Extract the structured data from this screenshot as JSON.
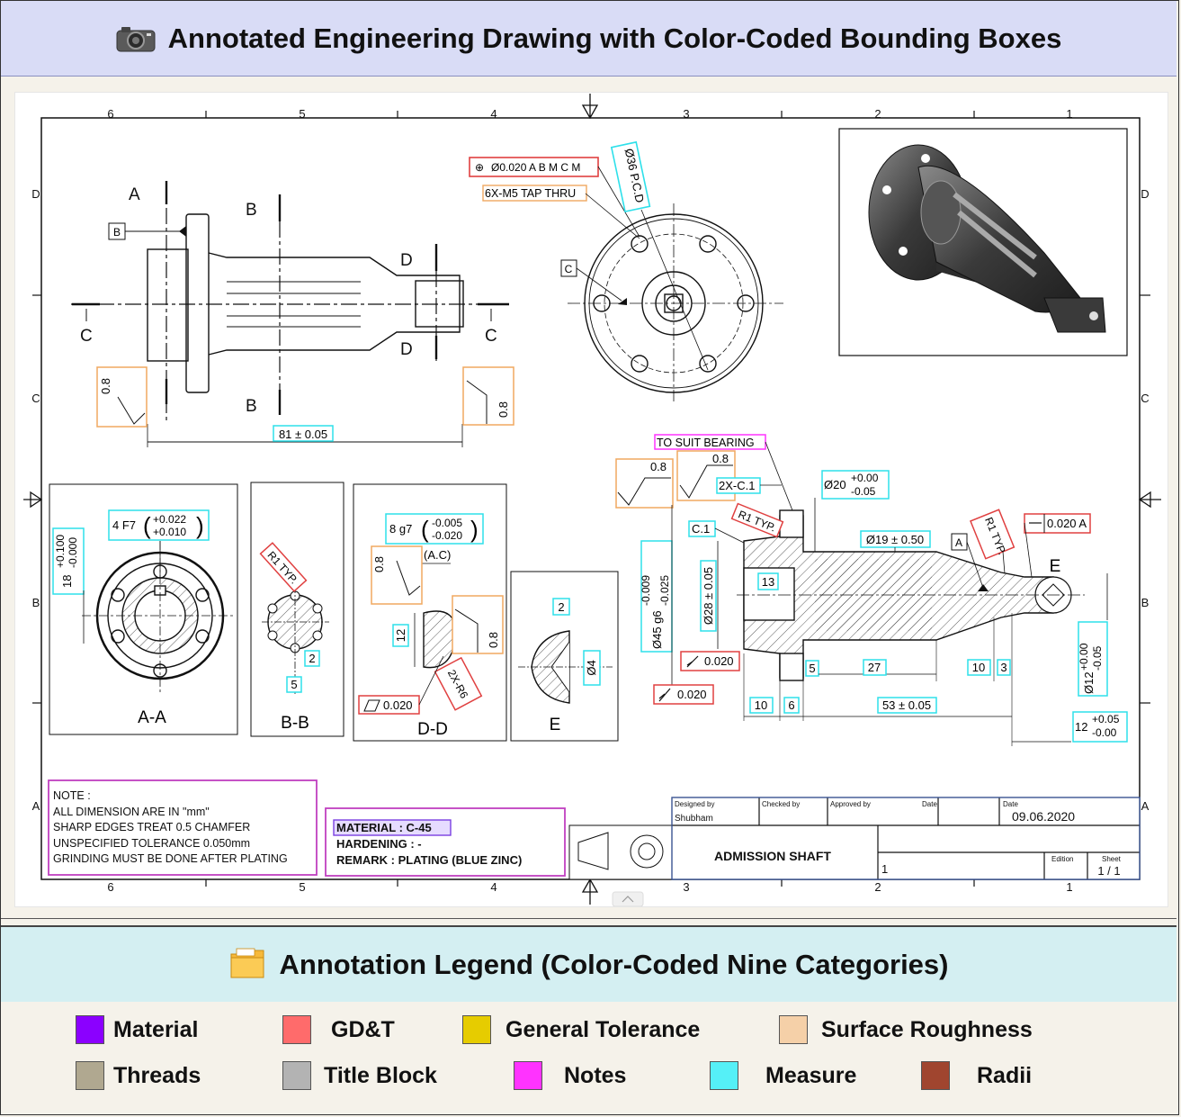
{
  "header": {
    "title": "Annotated Engineering Drawing with Color-Coded Bounding Boxes",
    "icon": "camera-icon"
  },
  "legend": {
    "title": "Annotation Legend (Color-Coded Nine Categories)",
    "icon": "folder-icon",
    "items": [
      {
        "label": "Material",
        "color": "#8b00ff"
      },
      {
        "label": "GD&T",
        "color": "#ff6b6b"
      },
      {
        "label": "General Tolerance",
        "color": "#e6cc00"
      },
      {
        "label": "Surface Roughness",
        "color": "#f5d0a8"
      },
      {
        "label": "Threads",
        "color": "#b0a890"
      },
      {
        "label": "Title Block",
        "color": "#b3b3b3"
      },
      {
        "label": "Notes",
        "color": "#ff33ff"
      },
      {
        "label": "Measure",
        "color": "#55f0f7"
      },
      {
        "label": "Radii",
        "color": "#a0452f"
      }
    ]
  },
  "drawing": {
    "zone_cols": [
      "6",
      "5",
      "4",
      "3",
      "2",
      "1"
    ],
    "zone_rows": [
      "D",
      "C",
      "B",
      "A"
    ],
    "section_labels": {
      "aa": "A-A",
      "bb": "B-B",
      "dd": "D-D",
      "e": "E"
    },
    "cut_labels": {
      "a": "A",
      "b": "B",
      "c": "C",
      "d": "D",
      "e": "E"
    },
    "gdt": {
      "position": "Ø0.020 A B M C M",
      "runout": "0.020",
      "runout2": "0.020",
      "flatness_dd": "0.020",
      "straightness": "0.020 A",
      "r1_typ_bb": "R1 TYP.",
      "r1_typ_shaft": "R1 TYP.",
      "r1_typ_end": "R1 TYP.",
      "r6": "2X-R6"
    },
    "threads": {
      "tap": "6X-M5 TAP THRU"
    },
    "measures": {
      "pcd": "Ø36 P.C.D",
      "length81": "81 ± 0.05",
      "f7": "4 F7",
      "f7_upper": "+0.022",
      "f7_lower": "+0.010",
      "tol18_val": "18",
      "tol18_upper": "+0.100",
      "tol18_lower": "-0.000",
      "g7": "8 g7",
      "g7_upper": "-0.005",
      "g7_lower": "-0.020",
      "bb_5": "5",
      "bb_2": "2",
      "dd_12": "12",
      "e_2": "2",
      "e_d4": "Ø4",
      "chamfer2x": "2X-C.1",
      "c1": "C.1",
      "d20": "Ø20",
      "d20_upper": "+0.00",
      "d20_lower": "-0.05",
      "d19": "Ø19 ± 0.50",
      "d45_val": "Ø45 g6",
      "d45_upper": "-0.009",
      "d45_lower": "-0.025",
      "d28": "Ø28 ± 0.05",
      "m13": "13",
      "m5": "5",
      "m27": "27",
      "m10a": "10",
      "m3": "3",
      "m10b": "10",
      "m6": "6",
      "m53": "53 ± 0.05",
      "d12_val": "Ø12",
      "d12_upper": "+0.00",
      "d12_lower": "-0.05",
      "l12_val": "12",
      "l12_upper": "+0.05",
      "l12_lower": "-0.00"
    },
    "roughness": {
      "r1": "0.8",
      "r2": "0.8",
      "r3": "0.8",
      "r4": "0.8",
      "r5": "0.8",
      "r6": "0.8"
    },
    "notes": {
      "bearing": "TO SUIT BEARING",
      "ac": "(A.C)",
      "main": [
        "NOTE :",
        "ALL DIMENSION ARE IN \"mm\"",
        "SHARP EDGES TREAT 0.5 CHAMFER",
        "UNSPECIFIED TOLERANCE 0.050mm",
        "GRINDING MUST BE DONE AFTER PLATING"
      ]
    },
    "datums": {
      "b": "B",
      "c": "C",
      "a": "A"
    },
    "material": {
      "material": "MATERIAL : C-45",
      "hardening": "HARDENING : -",
      "remark": "REMARK : PLATING (BLUE ZINC)"
    },
    "title_block": {
      "designed_by_label": "Designed by",
      "designed_by": "Shubham",
      "checked_by_label": "Checked by",
      "approved_by_label": "Approved by",
      "date_label": "Date",
      "date_label2": "Date",
      "date": "09.06.2020",
      "part_name": "ADMISSION SHAFT",
      "number": "1",
      "edition_label": "Edition",
      "sheet_label": "Sheet",
      "sheet": "1 / 1"
    }
  }
}
